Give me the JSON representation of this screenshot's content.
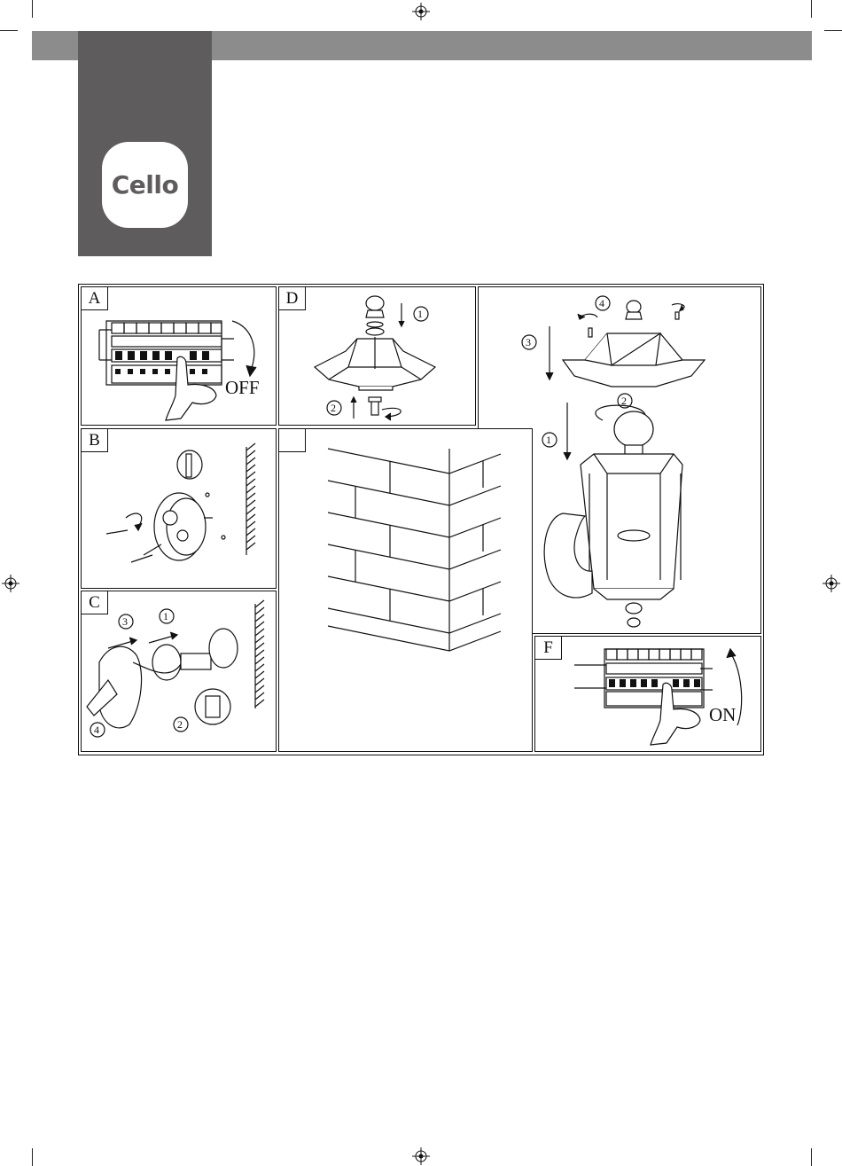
{
  "brand": {
    "name": "Cello"
  },
  "panels": {
    "a": {
      "label": "A",
      "action": "OFF"
    },
    "b": {
      "label": "B"
    },
    "c": {
      "label": "C",
      "steps": [
        "3",
        "1",
        "2",
        "4"
      ]
    },
    "d": {
      "label": "D",
      "steps": [
        "1",
        "2"
      ]
    },
    "e": {
      "label": "",
      "steps": [
        "4",
        "3",
        "2",
        "1"
      ]
    },
    "f": {
      "label": "F",
      "action": "ON"
    }
  },
  "colors": {
    "header_bar": "#8c8c8c",
    "brand_tab": "#5e5c5d",
    "logo_bg": "#ffffff",
    "line": "#111111"
  }
}
